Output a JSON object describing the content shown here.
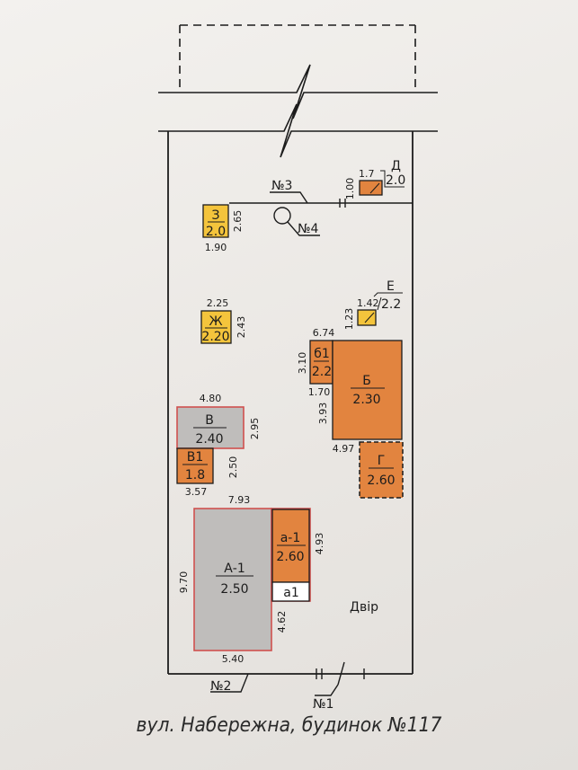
{
  "colors": {
    "orange": "#e2843f",
    "yellow": "#f4c43c",
    "gray": "#bfbdbb",
    "red_outline": "#d0504e",
    "line": "#1c1c1c"
  },
  "buildings": {
    "z": {
      "name": "З",
      "height": "2.0",
      "dim_v": "2.65",
      "dim_h": "1.90"
    },
    "d": {
      "name": "Д",
      "height": "2.0",
      "dim_h": "1.7",
      "dim_v": "1.00"
    },
    "zh": {
      "name": "Ж",
      "height": "2.20",
      "dim_h": "2.25",
      "dim_v": "2.43"
    },
    "e": {
      "name": "Е",
      "height": "2.2",
      "dim_h": "1.42",
      "dim_v": "1.23"
    },
    "b1small": {
      "name": "б1",
      "height": "2.2",
      "dim_top": "6.74",
      "dim_v": "3.10",
      "dim_bottom": "1.70"
    },
    "b": {
      "name": "Б",
      "height": "2.30",
      "dim_v": "3.93",
      "dim_bottom": "4.97"
    },
    "v": {
      "name": "В",
      "height": "2.40",
      "dim_top": "4.80",
      "dim_v": "2.95"
    },
    "v1": {
      "name": "В1",
      "height": "1.8",
      "dim_v": "2.50",
      "dim_bottom": "3.57"
    },
    "g": {
      "name": "Г",
      "height": "2.60"
    },
    "a1main": {
      "name": "А-1",
      "height": "2.50",
      "dim_top": "7.93",
      "dim_v": "9.70",
      "dim_bottom": "5.40"
    },
    "a1small": {
      "name": "а-1",
      "height": "2.60",
      "dim_v": "4.93"
    },
    "a1porch": {
      "name": "а1",
      "dim_v": "4.62"
    }
  },
  "markers": {
    "n1": "№1",
    "n2": "№2",
    "n3": "№3",
    "n4": "№4"
  },
  "yard_label": "Двір",
  "caption": "вул. Набережна, будинок №117"
}
